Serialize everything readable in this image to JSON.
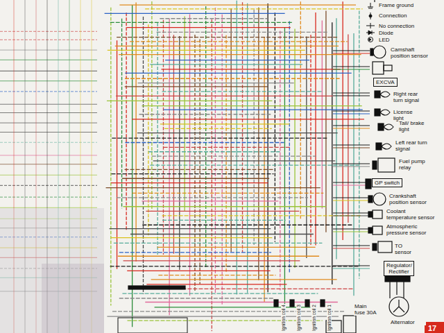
{
  "diagram": {
    "nodes": [
      {
        "text": [
          "EXCVA"
        ]
      },
      {
        "text": [
          "GP switch"
        ]
      },
      {
        "text": [
          "Regulator/ Rectifier"
        ]
      },
      {
        "text": [
          "17"
        ]
      }
    ],
    "labels": [
      "Camshaft position sensor",
      "Right rear turn signal",
      "License light",
      "Tail/ brake light",
      "Left rear turn signal",
      "Fuel pump relay",
      "Crankshaft position sensor",
      "Coolant temperature sensor",
      "Atmospheric pressure sensor",
      "TO sensor",
      "Main fuse 30A",
      "Alternator",
      "Ignition coil 4",
      "Ignition coil 3",
      "Ignition coil 2",
      "Ignition coil 1"
    ],
    "legend": [
      {
        "text": "Frame ground"
      },
      {
        "text": "Connection"
      },
      {
        "text": "No connection"
      },
      {
        "text": "Diode"
      },
      {
        "text": "LED"
      }
    ]
  }
}
